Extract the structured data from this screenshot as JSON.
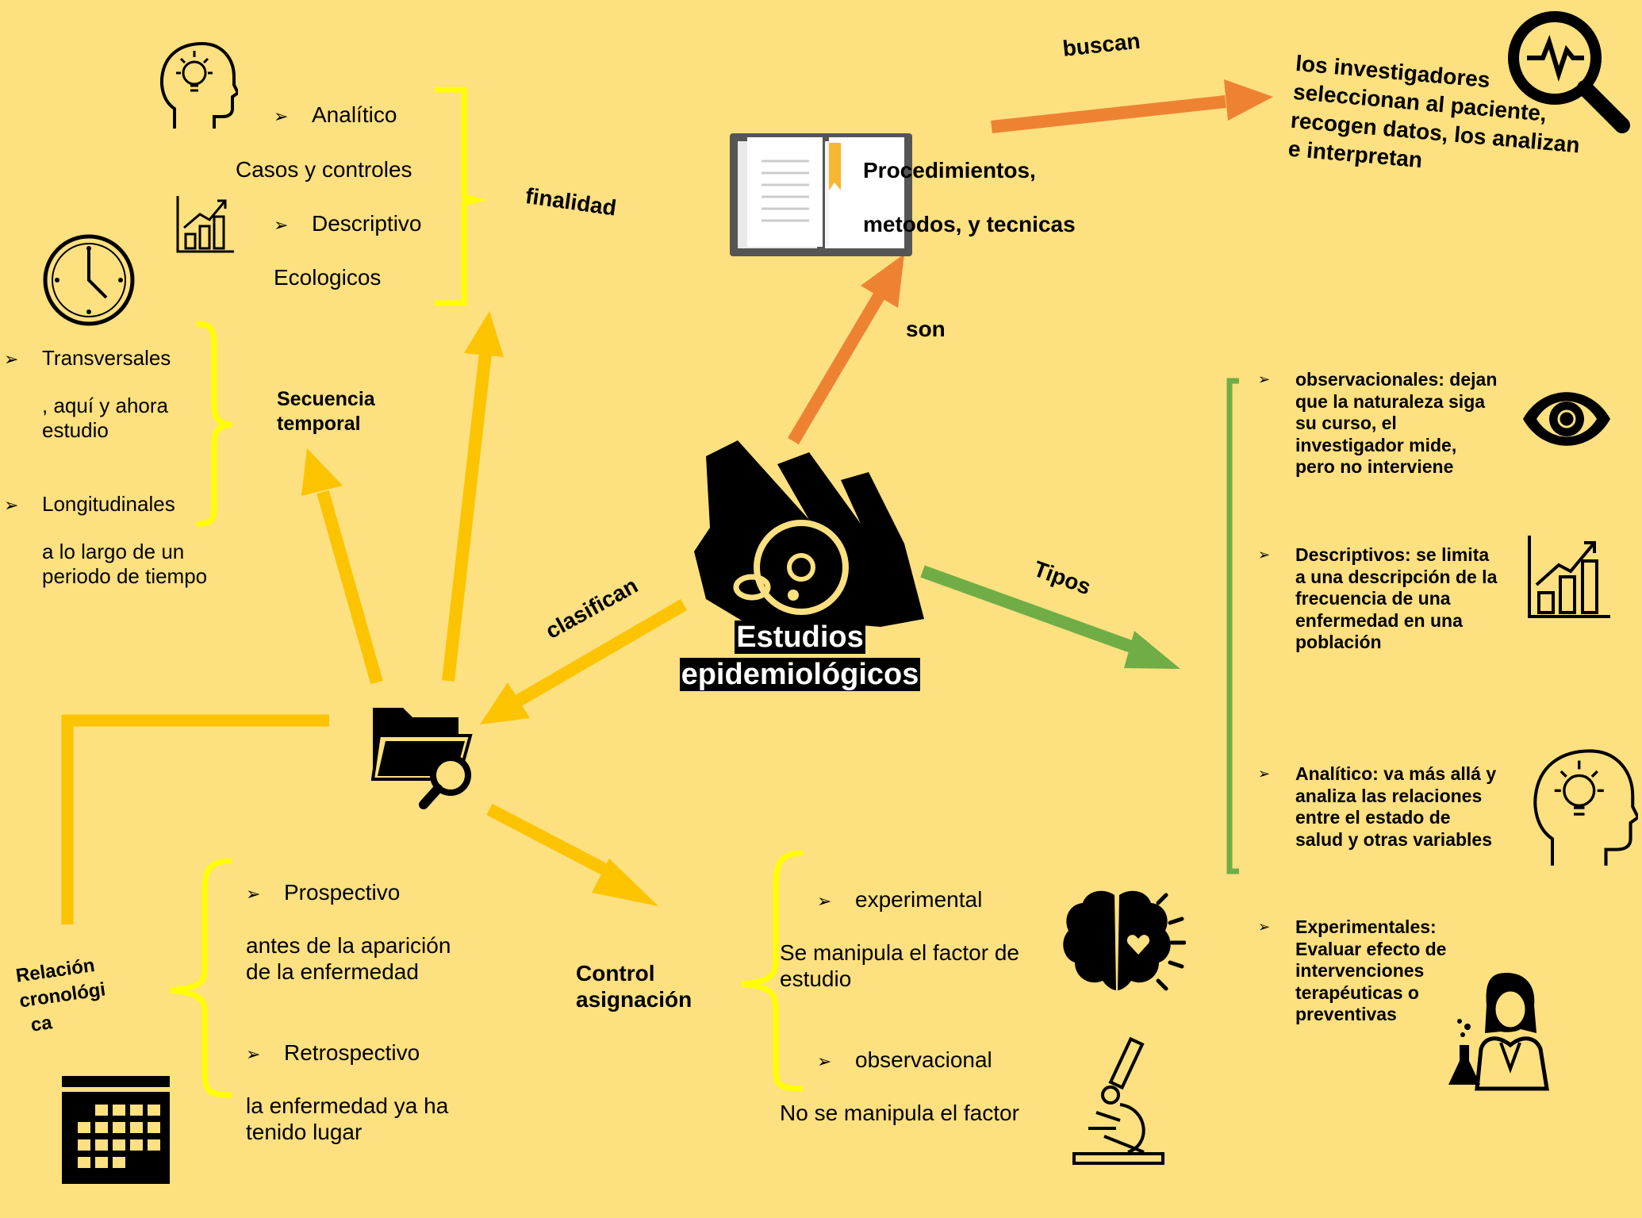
{
  "center": {
    "line1": "Estudios",
    "line2": "epidemiológicos"
  },
  "connectors": {
    "son": "son",
    "buscan": "buscan",
    "tipos": "Tipos",
    "clasifican": "clasifican",
    "finalidad": "finalidad"
  },
  "procedures": {
    "line1": "Procedimientos,",
    "line2": "metodos, y tecnicas"
  },
  "researchers": {
    "line1": "los investigadores",
    "line2": "seleccionan al paciente,",
    "line3": "recogen datos, los analizan",
    "line4": "e interpretan"
  },
  "finalidad": {
    "analitico": "Analítico",
    "casos": "Casos y controles",
    "descriptivo": "Descriptivo",
    "ecologicos": "Ecologicos"
  },
  "secuencia": {
    "label_line1": "Secuencia",
    "label_line2": "temporal",
    "transversales": "Transversales",
    "transversales_desc1": ", aquí y ahora",
    "transversales_desc2": "estudio",
    "longitudinales": "Longitudinales",
    "longitudinales_desc1": "a lo largo de un",
    "longitudinales_desc2": "periodo de tiempo"
  },
  "cronologica": {
    "label_line1": "Relación",
    "label_line2": "cronológi",
    "label_line3": "ca",
    "prospectivo": "Prospectivo",
    "prospectivo_desc1": "antes de la aparición",
    "prospectivo_desc2": "de la enfermedad",
    "retrospectivo": "Retrospectivo",
    "retrospectivo_desc1": "la enfermedad ya ha",
    "retrospectivo_desc2": "tenido lugar"
  },
  "control": {
    "label_line1": "Control",
    "label_line2": "asignación",
    "experimental": "experimental",
    "experimental_desc1": "Se manipula el factor de",
    "experimental_desc2": "estudio",
    "observacional": "observacional",
    "observacional_desc": "No se manipula el factor"
  },
  "tipos": [
    "observacionales: dejan que la naturaleza siga su curso, el investigador mide, pero no interviene",
    "Descriptivos: se limita a una descripción de la frecuencia de una enfermedad en una población",
    "Analítico: va más allá y analiza las relaciones entre el estado de salud y otras variables",
    "Experimentales: Evaluar efecto de intervenciones terapéuticas o preventivas"
  ],
  "bullet": "➢",
  "colors": {
    "background": "#fde07f",
    "orange": "#ee8233",
    "green": "#70ad47",
    "gold": "#fcc400",
    "yellow": "#ffff00"
  },
  "icons": [
    "hand-bacteria-icon",
    "book-icon",
    "magnifier-pulse-icon",
    "head-lightbulb-icon",
    "bar-chart-icon",
    "clock-icon",
    "folder-search-icon",
    "calendar-icon",
    "brain-heart-icon",
    "microscope-icon",
    "eye-icon",
    "scientist-icon"
  ]
}
